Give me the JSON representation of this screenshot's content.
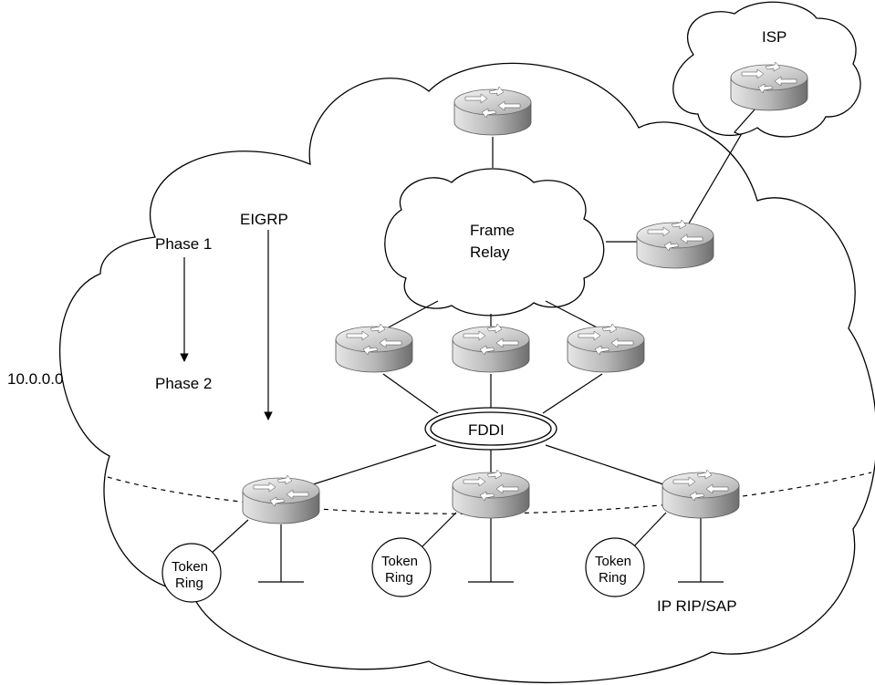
{
  "labels": {
    "network": "10.0.0.0",
    "isp": "ISP",
    "frame_relay_line1": "Frame",
    "frame_relay_line2": "Relay",
    "fddi": "FDDI",
    "eigrp": "EIGRP",
    "phase1": "Phase 1",
    "phase2": "Phase 2",
    "ip_rip_sap": "IP RIP/SAP",
    "token_ring_line1": "Token",
    "token_ring_line2": "Ring"
  },
  "colors": {
    "router_light": "#f2f2f2",
    "router_mid": "#bdbdbd",
    "router_dark": "#7a7a7a",
    "router_arrow": "#ffffff"
  },
  "icons": {
    "router": "router-icon",
    "cloud": "cloud-icon",
    "token_ring": "token-ring-icon",
    "ethernet": "ethernet-segment-icon",
    "fddi": "fddi-ring-icon"
  }
}
